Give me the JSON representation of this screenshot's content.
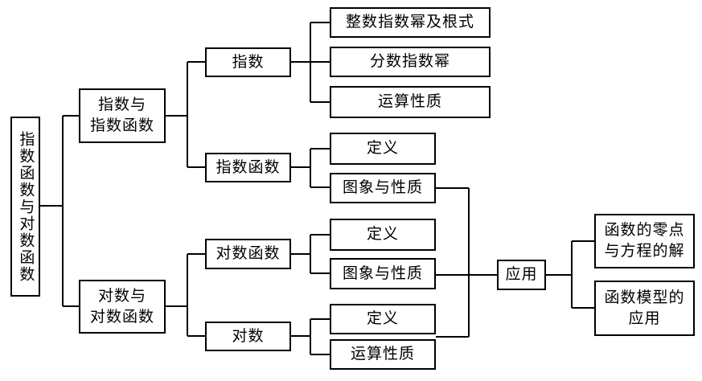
{
  "root": "指数函数与对数函数",
  "branch_exp": {
    "line1": "指数与",
    "line2": "指数函数"
  },
  "branch_log": {
    "line1": "对数与",
    "line2": "对数函数"
  },
  "exp": {
    "label": "指数",
    "children": [
      "整数指数幂及根式",
      "分数指数幂",
      "运算性质"
    ]
  },
  "exp_func": {
    "label": "指数函数",
    "children": [
      "定义",
      "图象与性质"
    ]
  },
  "log_func": {
    "label": "对数函数",
    "children": [
      "定义",
      "图象与性质"
    ]
  },
  "log": {
    "label": "对数",
    "children": [
      "定义",
      "运算性质"
    ]
  },
  "application": {
    "label": "应用",
    "children": [
      {
        "line1": "函数的零点",
        "line2": "与方程的解"
      },
      {
        "line1": "函数模型的",
        "line2": "应用"
      }
    ]
  }
}
